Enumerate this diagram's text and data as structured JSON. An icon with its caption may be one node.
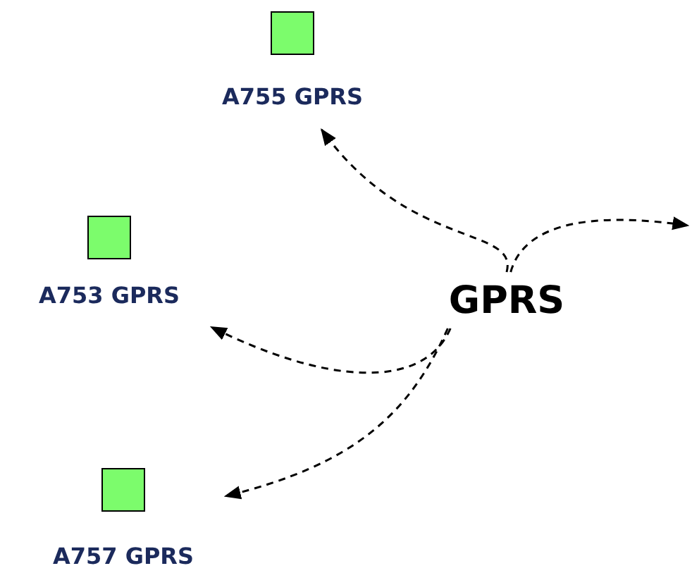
{
  "diagram": {
    "nodes": [
      {
        "text": [
          "A755 GPRS"
        ]
      },
      {
        "text": [
          "A753 GPRS"
        ]
      },
      {
        "text": [
          "A757 GPRS"
        ]
      },
      {
        "text": [
          "GPRS"
        ]
      }
    ],
    "edges": [
      {
        "from": 3,
        "to": 0,
        "arrow": "to",
        "style": "dashed"
      },
      {
        "from": 3,
        "to": null,
        "arrow": "to",
        "style": "dashed"
      },
      {
        "from": 3,
        "to": 1,
        "arrow": "to",
        "style": "dashed"
      },
      {
        "from": 3,
        "to": 2,
        "arrow": "to",
        "style": "dashed"
      }
    ]
  }
}
